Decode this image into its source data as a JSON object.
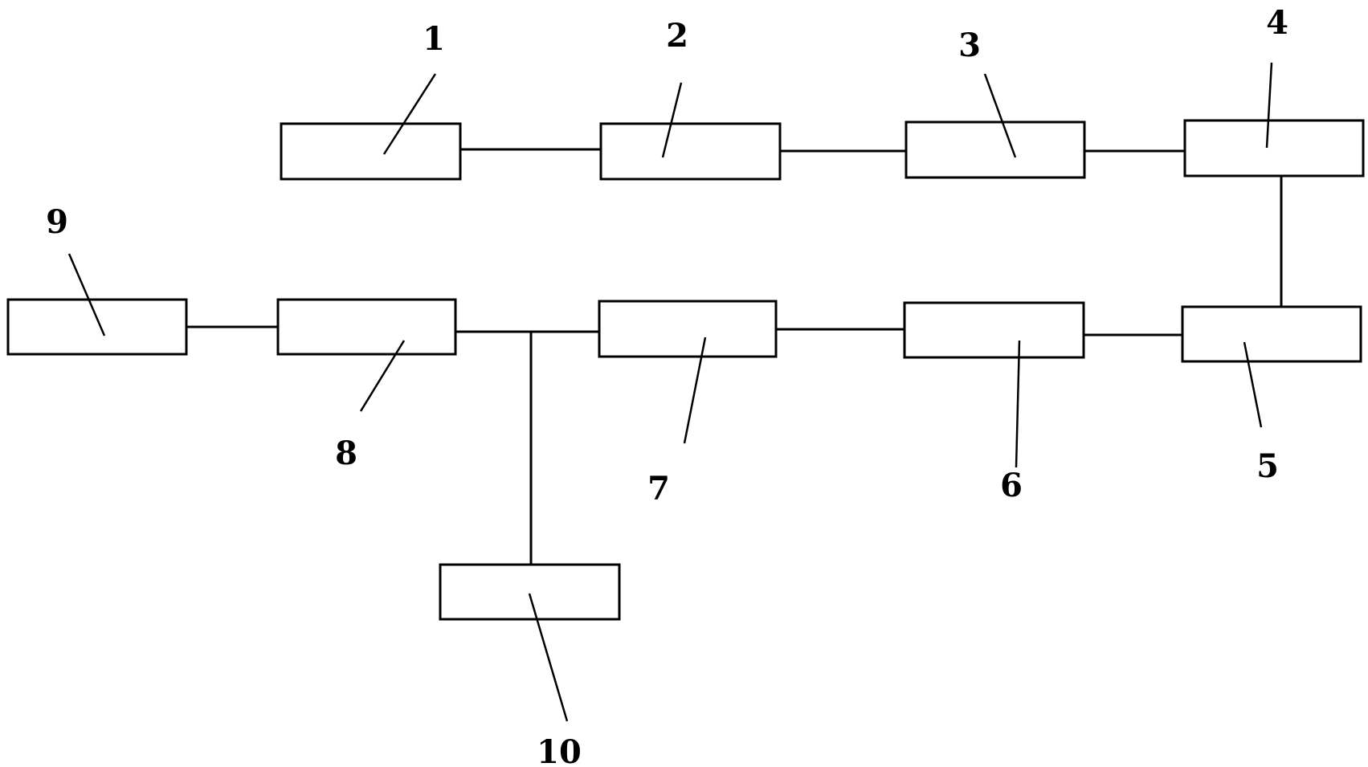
{
  "diagram": {
    "blocks": [
      {
        "id": "block-1",
        "label": "1"
      },
      {
        "id": "block-2",
        "label": "2"
      },
      {
        "id": "block-3",
        "label": "3"
      },
      {
        "id": "block-4",
        "label": "4"
      },
      {
        "id": "block-5",
        "label": "5"
      },
      {
        "id": "block-6",
        "label": "6"
      },
      {
        "id": "block-7",
        "label": "7"
      },
      {
        "id": "block-8",
        "label": "8"
      },
      {
        "id": "block-9",
        "label": "9"
      },
      {
        "id": "block-10",
        "label": "10"
      }
    ],
    "connections": [
      [
        "1",
        "2"
      ],
      [
        "2",
        "3"
      ],
      [
        "3",
        "4"
      ],
      [
        "4",
        "5"
      ],
      [
        "5",
        "6"
      ],
      [
        "6",
        "7"
      ],
      [
        "7",
        "8"
      ],
      [
        "8",
        "9"
      ],
      [
        "8",
        "10"
      ]
    ],
    "colors": {
      "line": "#000000",
      "background": "#ffffff"
    }
  }
}
